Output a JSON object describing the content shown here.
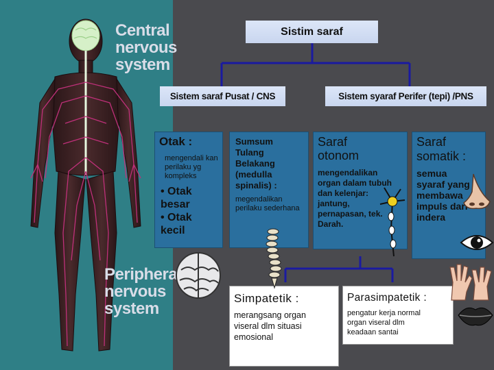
{
  "root": {
    "label": "Sistim saraf"
  },
  "cns": {
    "label": "Sistem saraf Pusat / CNS",
    "otak": {
      "title": "Otak :",
      "desc": "mengendali kan perilaku yg kompleks",
      "items": [
        "• Otak besar",
        "• Otak kecil"
      ]
    },
    "sumsum": {
      "title": "Sumsum Tulang Belakang (medulla spinalis) :",
      "desc": "megendalikan perilaku sederhana"
    }
  },
  "pns": {
    "label": "Sistem syaraf Perifer (tepi) /PNS",
    "otonom": {
      "title": "Saraf otonom",
      "desc": "mengendalikan organ dalam tubuh dan kelenjar: jantung, pernapasan, tek. Darah."
    },
    "somatik": {
      "title": "Saraf somatik :",
      "desc": "semua syaraf yang membawa impuls dari indera"
    },
    "simpatetik": {
      "title": "Simpatetik :",
      "desc": "merangsang organ viseral dlm situasi emosional"
    },
    "parasimpatetik": {
      "title": "Parasimpatetik :",
      "desc": "pengatur kerja normal organ viseral dlm keadaan santai"
    }
  },
  "figure": {
    "top_label": "Central nervous system",
    "bottom_label": "Peripheral nervous system"
  },
  "colors": {
    "panel_teal": "#2f7f86",
    "background": "#4a4a4e",
    "box_blue": "#2a6f9e",
    "header_box": "#dce6f8",
    "connector": "#1a1aa0",
    "nerve_magenta": "#c0307a"
  }
}
